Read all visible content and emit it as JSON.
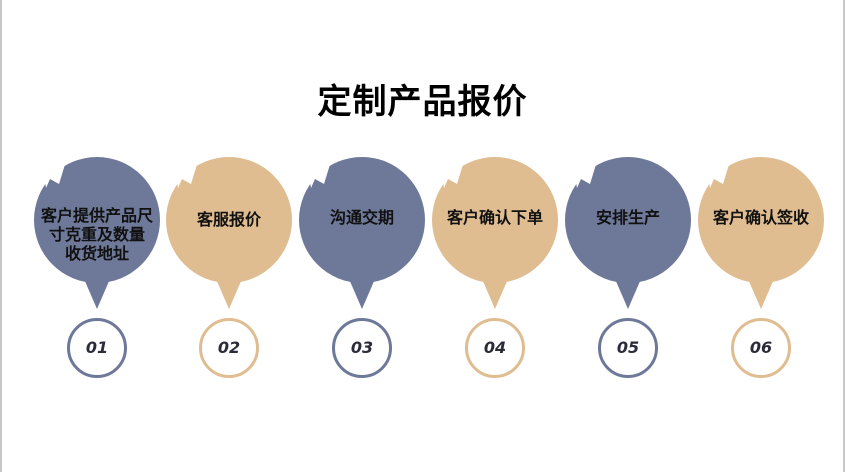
{
  "title": "定制产品报价",
  "colors": {
    "slate": "#6e7899",
    "tan": "#e0bc91",
    "text": "#111111"
  },
  "steps": [
    {
      "number": "01",
      "label": "客户提供产品尺寸克重及数量 收货地址",
      "color": "slate",
      "icon": "paper-plane-icon"
    },
    {
      "number": "02",
      "label": "客服报价",
      "color": "tan",
      "icon": "paper-plane-icon"
    },
    {
      "number": "03",
      "label": "沟通交期",
      "color": "slate",
      "icon": "paper-plane-icon"
    },
    {
      "number": "04",
      "label": "客户确认下单",
      "color": "tan",
      "icon": "paper-plane-icon"
    },
    {
      "number": "05",
      "label": "安排生产",
      "color": "slate",
      "icon": "paper-plane-icon"
    },
    {
      "number": "06",
      "label": "客户确认签收",
      "color": "tan",
      "icon": "paper-plane-icon"
    }
  ]
}
